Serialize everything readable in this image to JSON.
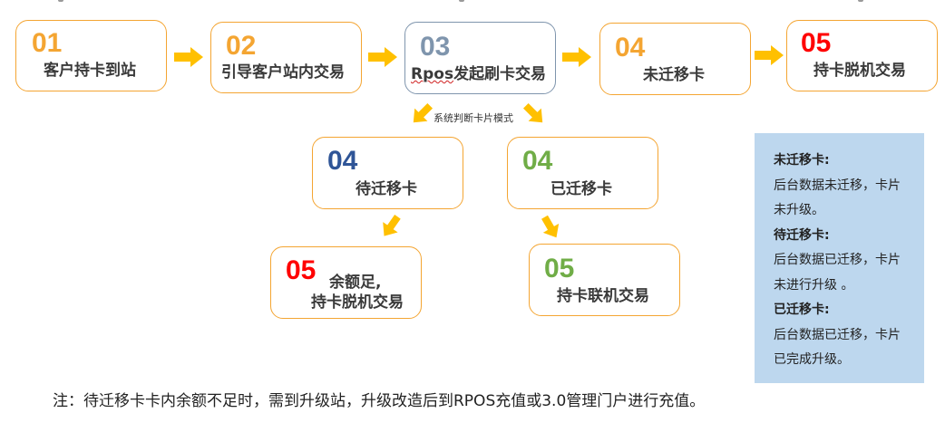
{
  "colors": {
    "box_border": "#f4a532",
    "box_border_gray": "#7f95ad",
    "arrow": "#ffc000",
    "num_orange": "#f4a532",
    "num_gray": "#7f95ad",
    "num_red": "#ff0000",
    "num_blue": "#2f5597",
    "num_green": "#70ad47",
    "note_bg": "#bdd7ee"
  },
  "main_flow": [
    {
      "num": "01",
      "label": "客户持卡到站"
    },
    {
      "num": "02",
      "label": "引导客户站内交易"
    },
    {
      "num": "03",
      "label_en": "Rpos",
      "label": "发起刷卡交易"
    },
    {
      "num": "04",
      "label": "未迁移卡"
    },
    {
      "num": "05",
      "label": "持卡脱机交易"
    }
  ],
  "branch_label": "系统判断卡片模式",
  "branch_left": {
    "step": {
      "num": "04",
      "label": "待迁移卡"
    },
    "result": {
      "num": "05",
      "label_line1": "余额足,",
      "label_line2": "持卡脱机交易"
    }
  },
  "branch_right": {
    "step": {
      "num": "04",
      "label": "已迁移卡"
    },
    "result": {
      "num": "05",
      "label": "持卡联机交易"
    }
  },
  "legend": [
    {
      "title": "未迁移卡:",
      "lines": [
        "后台数据未迁移，卡片",
        "未升级。"
      ]
    },
    {
      "title": "待迁移卡:",
      "lines": [
        "后台数据已迁移，卡片",
        "未进行升级 。"
      ]
    },
    {
      "title": "已迁移卡:",
      "lines": [
        "后台数据已迁移，卡片",
        "已完成升级。"
      ]
    }
  ],
  "footnote": "注：待迁移卡卡内余额不足时，需到升级站，升级改造后到RPOS充值或3.0管理门户进行充值。"
}
